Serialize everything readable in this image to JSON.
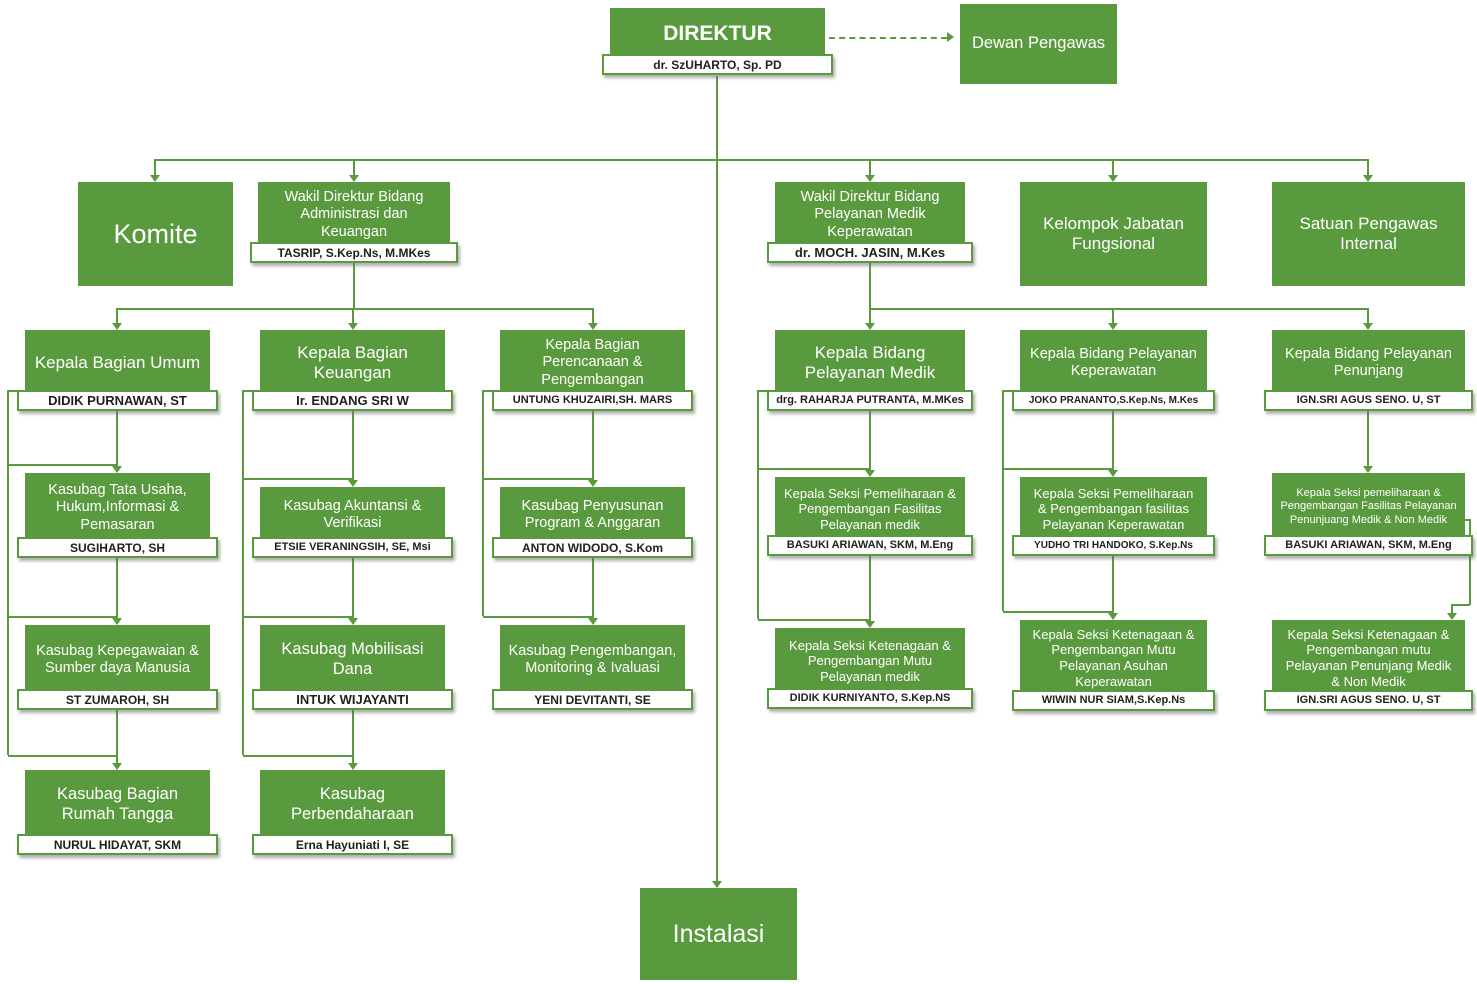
{
  "colors": {
    "green": "#5a9a3e"
  },
  "nodes": {
    "direktur": {
      "title": "DIREKTUR",
      "name": "dr. SzUHARTO, Sp. PD"
    },
    "dewan_pengawas": {
      "title": "Dewan Pengawas"
    },
    "komite": {
      "title": "Komite"
    },
    "wakil_admin": {
      "title": "Wakil Direktur Bidang Administrasi dan Keuangan",
      "name": "TASRIP, S.Kep.Ns, M.MKes"
    },
    "wakil_yanmed": {
      "title": "Wakil Direktur Bidang Pelayanan Medik Keperawatan",
      "name": "dr. MOCH. JASIN, M.Kes"
    },
    "kelompok_jabatan": {
      "title": "Kelompok Jabatan Fungsional"
    },
    "satuan_pengawas": {
      "title": "Satuan Pengawas Internal"
    },
    "bagian_umum": {
      "title": "Kepala Bagian Umum",
      "name": "DIDIK PURNAWAN, ST"
    },
    "bagian_keuangan": {
      "title": "Kepala Bagian Keuangan",
      "name": "Ir. ENDANG SRI W"
    },
    "bagian_perencanaan": {
      "title": "Kepala Bagian Perencanaan & Pengembangan",
      "name": "UNTUNG KHUZAIRI,SH. MARS"
    },
    "kasubag_tata_usaha": {
      "title": "Kasubag Tata Usaha, Hukum,Informasi & Pemasaran",
      "name": "SUGIHARTO, SH"
    },
    "kasubag_kepegawaian": {
      "title": "Kasubag Kepegawaian & Sumber daya Manusia",
      "name": "ST ZUMAROH, SH"
    },
    "kasubag_rumah_tangga": {
      "title": "Kasubag Bagian Rumah Tangga",
      "name": "NURUL HIDAYAT, SKM"
    },
    "kasubag_akuntansi": {
      "title": "Kasubag Akuntansi & Verifikasi",
      "name": "ETSIE VERANINGSIH, SE, Msi"
    },
    "kasubag_mobilisasi": {
      "title": "Kasubag Mobilisasi Dana",
      "name": "INTUK WIJAYANTI"
    },
    "kasubag_perbendaharaan": {
      "title": "Kasubag Perbendaharaan",
      "name": "Erna Hayuniati I, SE"
    },
    "kasubag_penyusunan": {
      "title": "Kasubag Penyusunan Program & Anggaran",
      "name": "ANTON WIDODO, S.Kom"
    },
    "kasubag_monitoring": {
      "title": "Kasubag Pengembangan, Monitoring & Ivaluasi",
      "name": "YENI DEVITANTI, SE"
    },
    "bidang_medik": {
      "title": "Kepala Bidang Pelayanan Medik",
      "name": "drg. RAHARJA PUTRANTA, M.MKes"
    },
    "bidang_keperawatan": {
      "title": "Kepala Bidang Pelayanan Keperawatan",
      "name": "JOKO PRANANTO,S.Kep.Ns, M.Kes"
    },
    "bidang_penunjang": {
      "title": "Kepala Bidang Pelayanan Penunjang",
      "name": "IGN.SRI AGUS SENO. U, ST"
    },
    "seksi_pem_medik": {
      "title": "Kepala Seksi Pemeliharaan & Pengembangan Fasilitas Pelayanan medik",
      "name": "BASUKI ARIAWAN, SKM, M.Eng"
    },
    "seksi_pem_keperawatan": {
      "title": "Kepala Seksi Pemeliharaan & Pengembangan fasilitas Pelayanan Keperawatan",
      "name": "YUDHO TRI HANDOKO, S.Kep.Ns"
    },
    "seksi_pem_penunjang": {
      "title": "Kepala Seksi pemeliharaan & Pengembangan Fasilitas Pelayanan Penunjuang Medik & Non Medik",
      "name": "BASUKI ARIAWAN, SKM, M.Eng"
    },
    "seksi_ket_medik": {
      "title": "Kepala Seksi Ketenagaan & Pengembangan Mutu Pelayanan medik",
      "name": "DIDIK KURNIYANTO, S.Kep.NS"
    },
    "seksi_ket_keperawatan": {
      "title": "Kepala Seksi Ketenagaan & Pengembangan Mutu Pelayanan Asuhan Keperawatan",
      "name": "WIWIN NUR SIAM,S.Kep.Ns"
    },
    "seksi_ket_penunjang": {
      "title": "Kepala Seksi Ketenagaan & Pengembangan mutu Pelayanan Penunjang Medik & Non Medik",
      "name": "IGN.SRI AGUS SENO. U, ST"
    },
    "instalasi": {
      "title": "Instalasi"
    }
  }
}
